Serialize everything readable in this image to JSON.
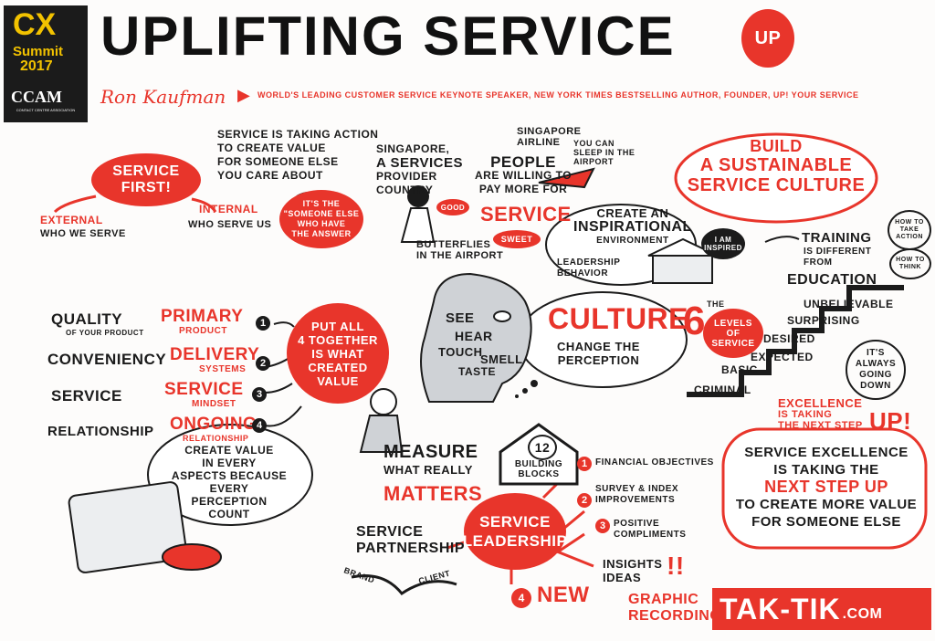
{
  "logo": {
    "cx": "CX",
    "summit": "Summit",
    "year": "2017",
    "ccam": "CCAM",
    "ccam_sub": "CONTACT CENTRE ASSOCIATION"
  },
  "title": "UPLIFTING SERVICE",
  "up_balloon": "UP",
  "speaker": {
    "name": "Ron Kaufman",
    "desc": "WORLD'S LEADING CUSTOMER SERVICE KEYNOTE SPEAKER, NEW YORK TIMES BESTSELLING AUTHOR, FOUNDER, UP! YOUR SERVICE"
  },
  "service_first": {
    "label": "SERVICE FIRST!",
    "definition": [
      "SERVICE IS TAKING ACTION",
      "TO CREATE VALUE",
      "FOR SOMEONE ELSE",
      "YOU CARE ABOUT"
    ],
    "external": "EXTERNAL",
    "external_sub": "WHO WE SERVE",
    "internal": "INTERNAL",
    "internal_sub": "WHO SERVE US",
    "answer": [
      "IT'S THE",
      "\"SOMEONE ELSE",
      "WHO HAVE",
      "THE ANSWER"
    ]
  },
  "singapore": {
    "lead": [
      "SINGAPORE,",
      "A SERVICES",
      "PROVIDER",
      "COUNTRY"
    ],
    "airline": [
      "SINGAPORE",
      "AIRLINE"
    ],
    "people": [
      "PEOPLE",
      "ARE WILLING TO",
      "PAY MORE FOR"
    ],
    "service": "SERVICE",
    "sleep": [
      "YOU CAN",
      "SLEEP IN THE",
      "AIRPORT"
    ],
    "good": "GOOD",
    "sweet": "SWEET",
    "butterflies": [
      "BUTTERFLIES",
      "IN THE AIRPORT"
    ]
  },
  "inspire": {
    "create": [
      "CREATE AN",
      "INSPIRATIONAL",
      "ENVIRONMENT"
    ],
    "leadership": [
      "LEADERSHIP",
      "BEHAVIOR"
    ],
    "inspired": [
      "I AM",
      "INSPIRED"
    ]
  },
  "build": {
    "lines": [
      "BUILD",
      "A SUSTAINABLE",
      "SERVICE CULTURE"
    ]
  },
  "training": {
    "training": "TRAINING",
    "is_different": [
      "IS DIFFERENT",
      "FROM"
    ],
    "education": "EDUCATION",
    "how_action": [
      "HOW TO",
      "TAKE",
      "ACTION"
    ],
    "how_think": [
      "HOW TO",
      "THINK"
    ]
  },
  "four": {
    "rows": [
      {
        "left": "QUALITY",
        "left_sub": "OF YOUR PRODUCT",
        "right": "PRIMARY",
        "right_sub": "PRODUCT",
        "n": "1"
      },
      {
        "left": "CONVENIENCY",
        "left_sub": "",
        "right": "DELIVERY",
        "right_sub": "SYSTEMS",
        "n": "2"
      },
      {
        "left": "SERVICE",
        "left_sub": "",
        "right": "SERVICE",
        "right_sub": "MINDSET",
        "n": "3"
      },
      {
        "left": "RELATIONSHIP",
        "left_sub": "",
        "right": "ONGOING",
        "right_sub": "RELATIONSHIP",
        "n": "4"
      }
    ],
    "together": [
      "PUT ALL",
      "4 TOGETHER",
      "IS WHAT",
      "CREATED",
      "VALUE"
    ]
  },
  "senses": {
    "see": "SEE",
    "hear": "HEAR",
    "touch": "TOUCH",
    "smell": "SMELL",
    "taste": "TASTE"
  },
  "culture": {
    "word": "CULTURE",
    "sub": [
      "CHANGE THE",
      "PERCEPTION"
    ]
  },
  "levels": {
    "six": "6",
    "the": "THE",
    "label": [
      "LEVELS",
      "OF",
      "SERVICE"
    ],
    "steps": [
      "CRIMINAL",
      "BASIC",
      "EXPECTED",
      "DESIRED",
      "SURPRISING",
      "UNBELIEVABLE"
    ],
    "going_down": [
      "IT'S",
      "ALWAYS",
      "GOING",
      "DOWN"
    ],
    "excellence": [
      "EXCELLENCE",
      "IS TAKING",
      "THE NEXT STEP"
    ],
    "up": "UP!"
  },
  "excellence_box": {
    "lines": [
      "SERVICE EXCELLENCE",
      "IS TAKING THE",
      "NEXT STEP UP",
      "TO CREATE MORE VALUE",
      "FOR SOMEONE ELSE"
    ]
  },
  "create_value": {
    "lines": [
      "CREATE VALUE",
      "IN EVERY",
      "ASPECTS BECAUSE",
      "EVERY",
      "PERCEPTION",
      "COUNT"
    ]
  },
  "measure": {
    "lines": [
      "MEASURE",
      "WHAT REALLY"
    ],
    "matters": "MATTERS"
  },
  "building": {
    "num": "12",
    "label": [
      "BUILDING",
      "BLOCKS"
    ]
  },
  "leadership": {
    "lines": [
      "SERVICE",
      "LEADERSHIP"
    ]
  },
  "partnership": {
    "lines": [
      "SERVICE",
      "PARTNERSHIP"
    ],
    "brand": "BRAND",
    "client": "CLIENT"
  },
  "blocks": [
    {
      "n": "1",
      "text": "FINANCIAL OBJECTIVES"
    },
    {
      "n": "2",
      "text": "SURVEY & INDEX IMPROVEMENTS"
    },
    {
      "n": "3",
      "text": "POSITIVE COMPLIMENTS"
    }
  ],
  "insights": [
    "INSIGHTS",
    "IDEAS"
  ],
  "new": {
    "n": "4",
    "text": "NEW"
  },
  "footer": {
    "graphic": "GRAPHIC",
    "recording": "RECORDING",
    "brand": "TAK-TIK",
    "dotcom": ".COM"
  },
  "colors": {
    "accent": "#e8352b",
    "ink": "#1b1b1b",
    "gray": "#cfd2d6",
    "logo_yellow": "#f2c200"
  }
}
